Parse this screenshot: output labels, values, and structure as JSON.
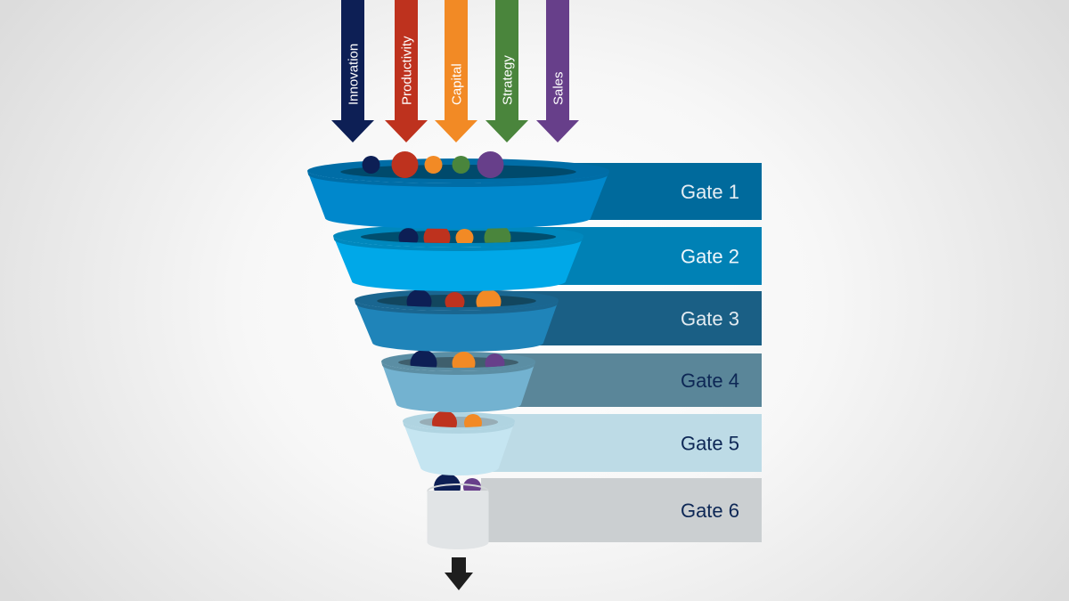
{
  "title": "Stage-gate funnel",
  "inputs": [
    {
      "label": "Innovation",
      "color": "#0d1f55",
      "icon": "arrow-down-icon"
    },
    {
      "label": "Productivity",
      "color": "#be321e",
      "icon": "arrow-down-icon"
    },
    {
      "label": "Capital",
      "color": "#f28a25",
      "icon": "arrow-down-icon"
    },
    {
      "label": "Strategy",
      "color": "#4a853c",
      "icon": "arrow-down-icon"
    },
    {
      "label": "Sales",
      "color": "#673f8a",
      "icon": "arrow-down-icon"
    }
  ],
  "gates": [
    {
      "label": "Gate 1",
      "bar_color": "#006a9c",
      "text_color": "#e6eef4",
      "body_color": "#0088cc",
      "rim_color": "#006da6",
      "inner_color": "#004a6c",
      "balls": [
        "#0d1f55",
        "#be321e",
        "#f28a25",
        "#4a853c",
        "#673f8a"
      ]
    },
    {
      "label": "Gate 2",
      "bar_color": "#0081b5",
      "text_color": "#eef6fb",
      "body_color": "#00a8e8",
      "rim_color": "#0088bd",
      "inner_color": "#004e6e",
      "balls": [
        "#0d1f55",
        "#be321e",
        "#f28a25",
        "#4a853c"
      ]
    },
    {
      "label": "Gate 3",
      "bar_color": "#1a5f85",
      "text_color": "#e3ebf1",
      "body_color": "#1f84b9",
      "rim_color": "#1a6690",
      "inner_color": "#12465e",
      "balls": [
        "#0d1f55",
        "#be321e",
        "#f28a25"
      ]
    },
    {
      "label": "Gate 4",
      "bar_color": "#5a8699",
      "text_color": "#0d2755",
      "body_color": "#73b2d0",
      "rim_color": "#5b8ea4",
      "inner_color": "#3f5f6d",
      "balls": [
        "#0d1f55",
        "#f28a25",
        "#673f8a"
      ]
    },
    {
      "label": "Gate 5",
      "bar_color": "#bddbe6",
      "text_color": "#0d2755",
      "body_color": "#c5e5f1",
      "rim_color": "#b0d4e1",
      "inner_color": "#97adb6",
      "balls": [
        "#be321e",
        "#f28a25"
      ]
    },
    {
      "label": "Gate 6",
      "bar_color": "#cbcfd1",
      "text_color": "#0d2755",
      "body_color": "#e1e4e6",
      "rim_color": "#d3d6d8",
      "inner_color": "#b0b4b6",
      "balls": [
        "#0d1f55",
        "#673f8a"
      ]
    }
  ],
  "output": {
    "icon": "arrow-down-icon",
    "color": "#1e1e1e"
  }
}
